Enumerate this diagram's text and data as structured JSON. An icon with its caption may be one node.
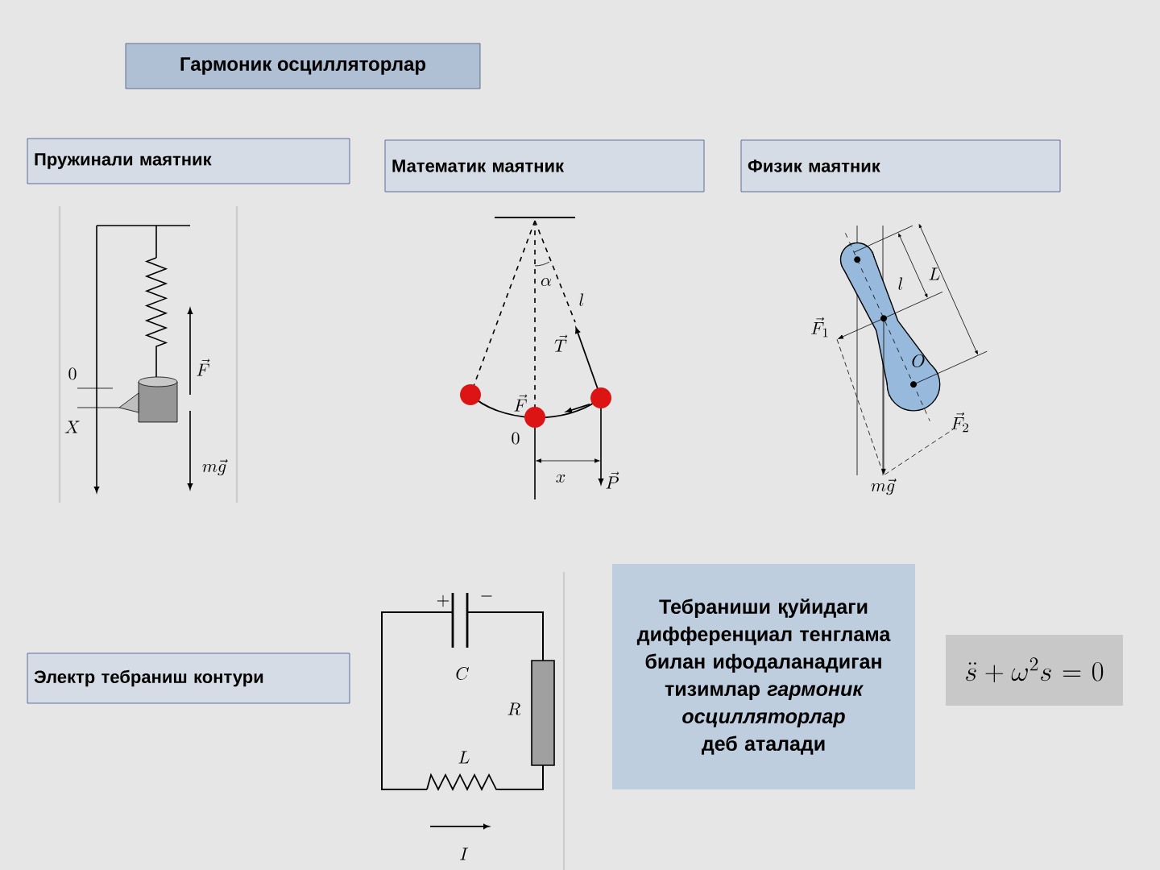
{
  "diagram": {
    "title": "Гармоник осцилляторлар",
    "nodes": [
      {
        "text": [
          "Пружинали маятник"
        ]
      },
      {
        "text": [
          "Математик маятник"
        ]
      },
      {
        "text": [
          "Физик маятник"
        ]
      },
      {
        "text": [
          "Электр тебраниш контури"
        ]
      },
      {
        "text": [
          "Тебраниши қуйидаги дифференциал тенглама билан ифодаланадиган тизимлар *гармоник осцилляторлар* деб аталади"
        ]
      },
      {
        "text": [
          "\\ddot{s}+\\omega^{2}s=0"
        ]
      }
    ],
    "labels": [
      "0",
      "X",
      "\\vec{F}",
      "m\\vec{g}",
      "\\alpha",
      "l",
      "\\vec{T}",
      "\\vec{F}",
      "0",
      "x",
      "\\vec{P}",
      "l",
      "L",
      "\\vec{F}_1",
      "O",
      "\\vec{F}_2",
      "m\\vec{g}",
      "+",
      "-",
      "C",
      "R",
      "L",
      "I"
    ]
  }
}
